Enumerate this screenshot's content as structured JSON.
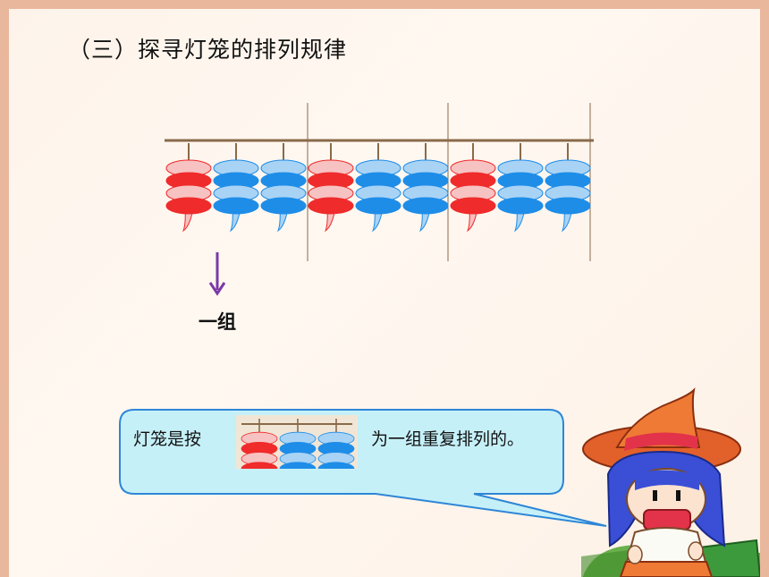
{
  "slide": {
    "title": "（三）探寻灯笼的排列规律",
    "group_label": "一组",
    "callout": {
      "text_before": "灯笼是按",
      "text_after": "为一组重复排列的。"
    },
    "lantern_row": {
      "groups": 3,
      "pattern": [
        "red",
        "blue",
        "blue"
      ]
    },
    "colors": {
      "red_dark": "#ef2b2b",
      "red_light": "#f7c2c2",
      "blue_dark": "#1e8de8",
      "blue_light": "#a9d3f5",
      "arrow": "#7a3aa6",
      "callout_fill": "#c6f0f8",
      "callout_border": "#2e86d6"
    }
  }
}
